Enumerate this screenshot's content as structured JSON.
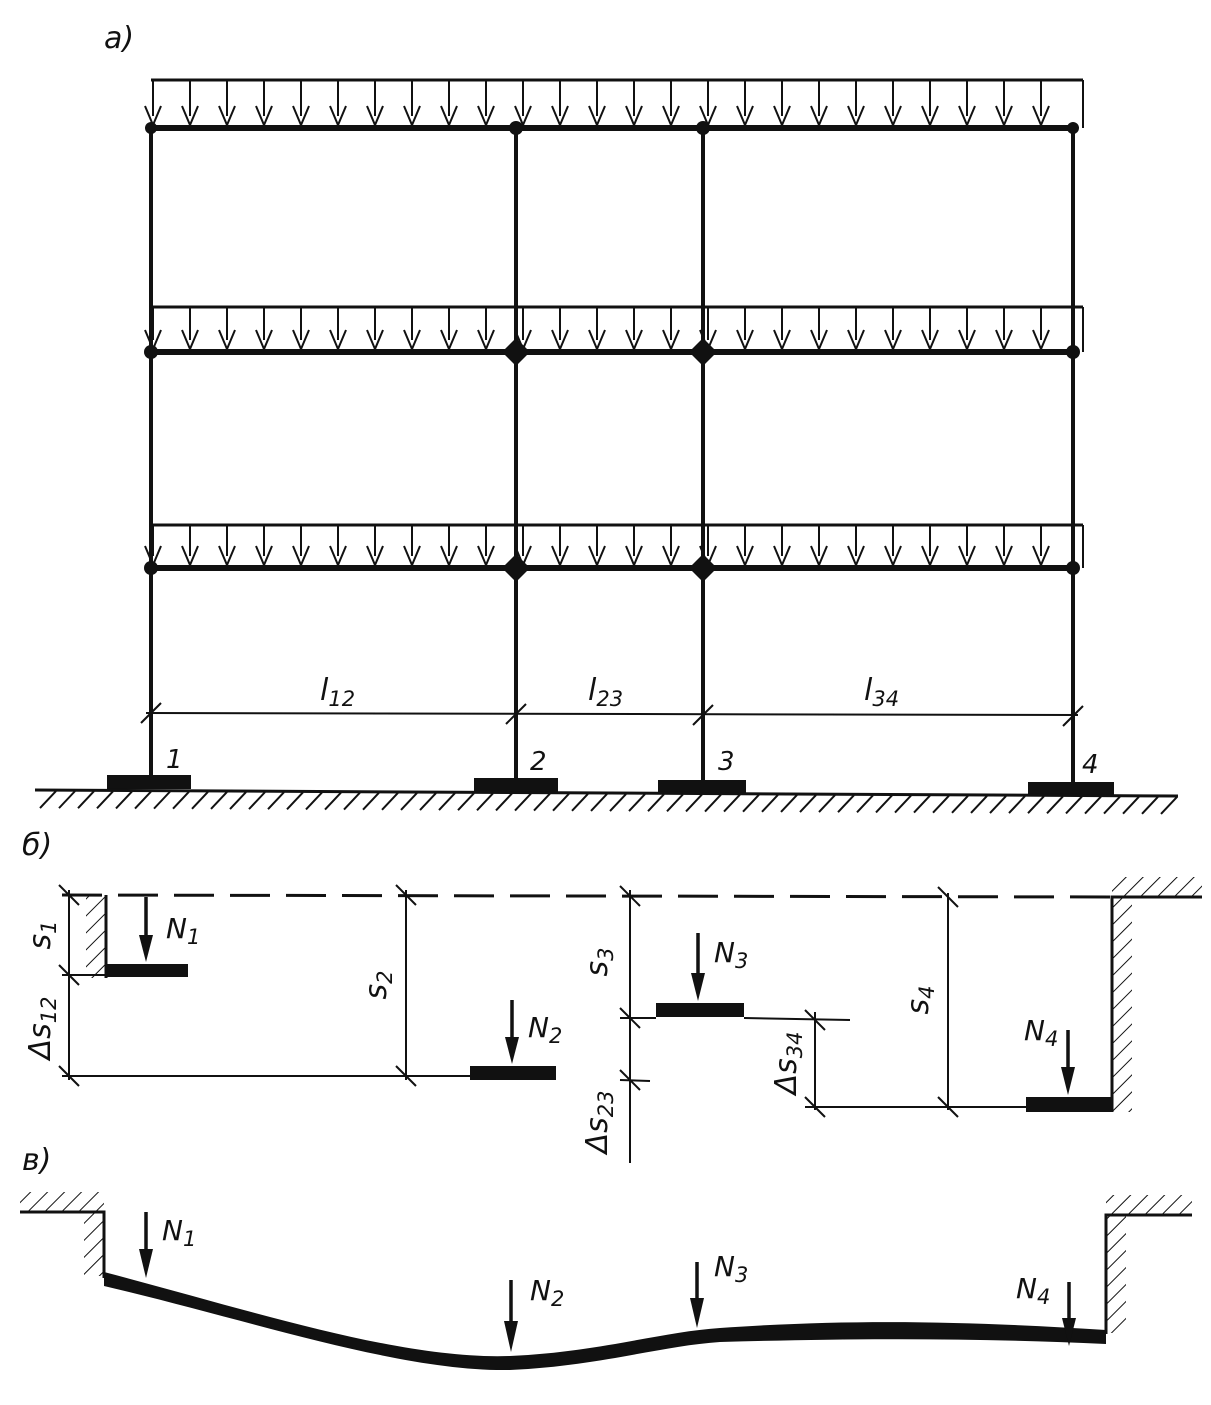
{
  "panels": {
    "a": "а)",
    "b": "б)",
    "v": "в)"
  },
  "spans": [
    {
      "base": "l",
      "sub": "12"
    },
    {
      "base": "l",
      "sub": "23"
    },
    {
      "base": "l",
      "sub": "34"
    }
  ],
  "nodes": [
    "1",
    "2",
    "3",
    "4"
  ],
  "settlements": [
    {
      "base": "s",
      "sub": "1"
    },
    {
      "base": "s",
      "sub": "2"
    },
    {
      "base": "s",
      "sub": "3"
    },
    {
      "base": "s",
      "sub": "4"
    }
  ],
  "differential_settlements": [
    {
      "base": "Δs",
      "sub": "12"
    },
    {
      "base": "Δs",
      "sub": "23"
    },
    {
      "base": "Δs",
      "sub": "34"
    }
  ],
  "forces": [
    {
      "base": "N",
      "sub": "1"
    },
    {
      "base": "N",
      "sub": "2"
    },
    {
      "base": "N",
      "sub": "3"
    },
    {
      "base": "N",
      "sub": "4"
    }
  ]
}
